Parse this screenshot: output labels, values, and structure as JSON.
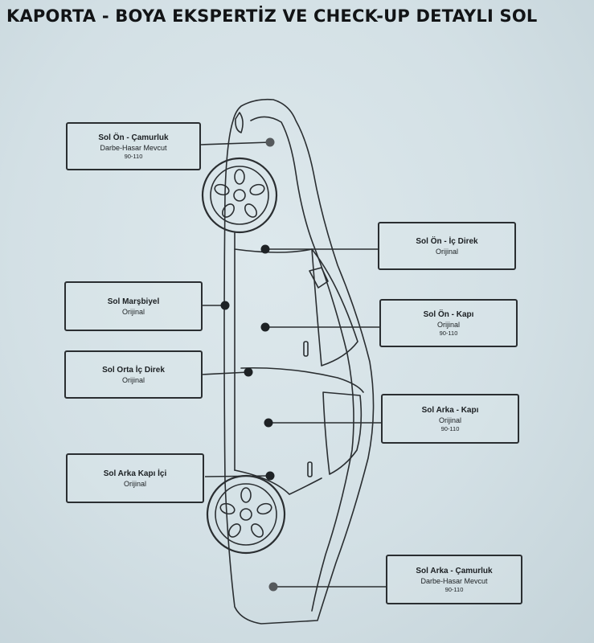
{
  "title": "KAPORTA - BOYA EKSPERTİZ VE CHECK-UP DETAYLI SOL",
  "panels": [
    {
      "label": "Sol Ön - Çamurluk",
      "status": "Darbe-Hasar Mevcut",
      "value": "90-110"
    },
    {
      "label": "Sol Ön - İç Direk",
      "status": "Orijinal",
      "value": ""
    },
    {
      "label": "Sol Marşbiyel",
      "status": "Orijinal",
      "value": ""
    },
    {
      "label": "Sol Ön - Kapı",
      "status": "Orijinal",
      "value": "90-110"
    },
    {
      "label": "Sol Orta İç Direk",
      "status": "Orijinal",
      "value": ""
    },
    {
      "label": "Sol Arka - Kapı",
      "status": "Orijinal",
      "value": "90-110"
    },
    {
      "label": "Sol Arka Kapı İçi",
      "status": "Orijinal",
      "value": ""
    },
    {
      "label": "Sol Arka - Çamurluk",
      "status": "Darbe-Hasar Mevcut",
      "value": "90-110"
    }
  ],
  "colors": {
    "line": "#2a2e31",
    "background": "#d3e0e5"
  }
}
